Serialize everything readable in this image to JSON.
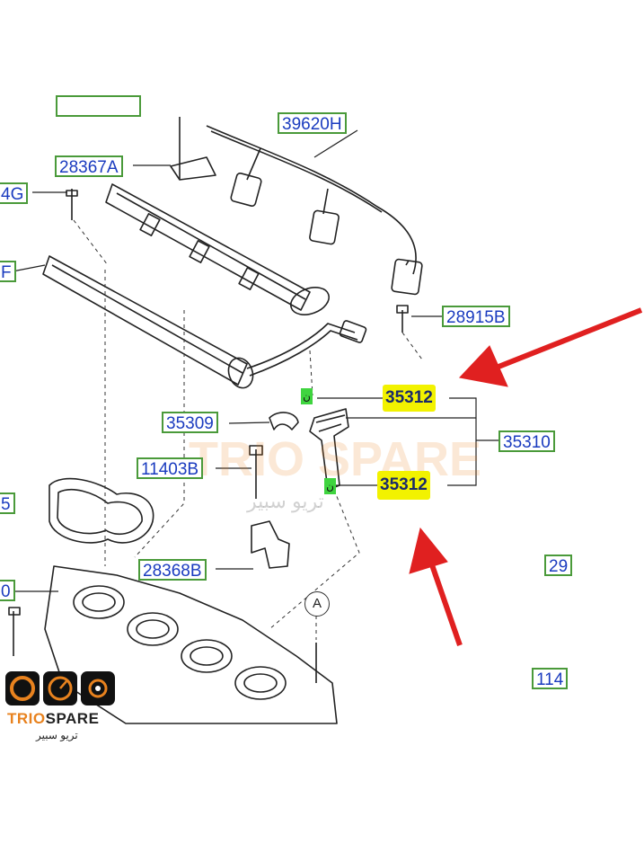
{
  "diagram": {
    "part_labels": [
      {
        "id": "top-left-partial",
        "text": ""
      },
      {
        "id": "39620H",
        "text": "39620H"
      },
      {
        "id": "28367A",
        "text": "28367A"
      },
      {
        "id": "left-4G",
        "text": "4G"
      },
      {
        "id": "left-F",
        "text": "F"
      },
      {
        "id": "28915B",
        "text": "28915B"
      },
      {
        "id": "35312-upper",
        "text": "35312"
      },
      {
        "id": "35309",
        "text": "35309"
      },
      {
        "id": "35310",
        "text": "35310"
      },
      {
        "id": "11403B",
        "text": "11403B"
      },
      {
        "id": "35312-lower",
        "text": "35312"
      },
      {
        "id": "left-5",
        "text": "5"
      },
      {
        "id": "28368B",
        "text": "28368B"
      },
      {
        "id": "right-29",
        "text": "29"
      },
      {
        "id": "left-0",
        "text": "0"
      },
      {
        "id": "right-114",
        "text": "114"
      }
    ],
    "callout_marker": "A",
    "small_tags": [
      "ن",
      "ن"
    ]
  },
  "branding": {
    "brand_trio": "TRIO",
    "brand_spare": "SPARE",
    "brand_arabic": "تريو سبير",
    "watermark_text": "TRIO SPARE",
    "watermark_arabic": "تريو سبير"
  },
  "colors": {
    "label_border": "#4a9a3a",
    "label_text": "#1a3bbf",
    "highlight": "#f2f200",
    "arrow": "#e02020",
    "brand_orange": "#e8821e"
  }
}
